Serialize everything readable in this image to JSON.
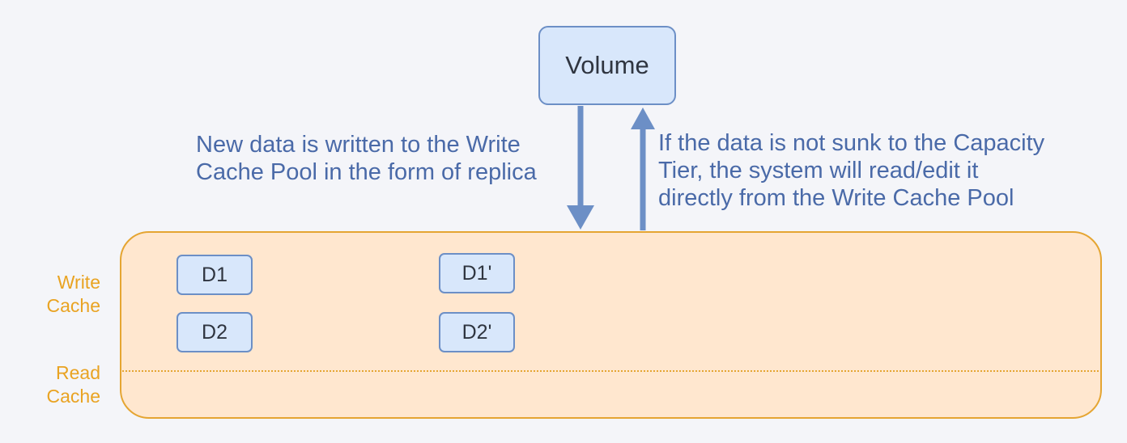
{
  "volume": {
    "label": "Volume"
  },
  "captions": {
    "write": "New data is written to the Write\nCache Pool in the form of replica",
    "read": "If the data is not sunk to the Capacity\nTier, the system will read/edit it\ndirectly from the Write Cache Pool"
  },
  "tiers": {
    "write": "Write\nCache",
    "read": "Read\nCache"
  },
  "blocks": {
    "d1": "D1",
    "d2": "D2",
    "d1_replica": "D1'",
    "d2_replica": "D2'"
  },
  "colors": {
    "node_fill": "#d8e7fb",
    "node_border": "#6c8fc6",
    "arrow": "#6c8fc6",
    "caption": "#4a6aa8",
    "pool_fill": "#ffe7cf",
    "pool_border": "#e5a532",
    "tier_label": "#e9a322"
  }
}
